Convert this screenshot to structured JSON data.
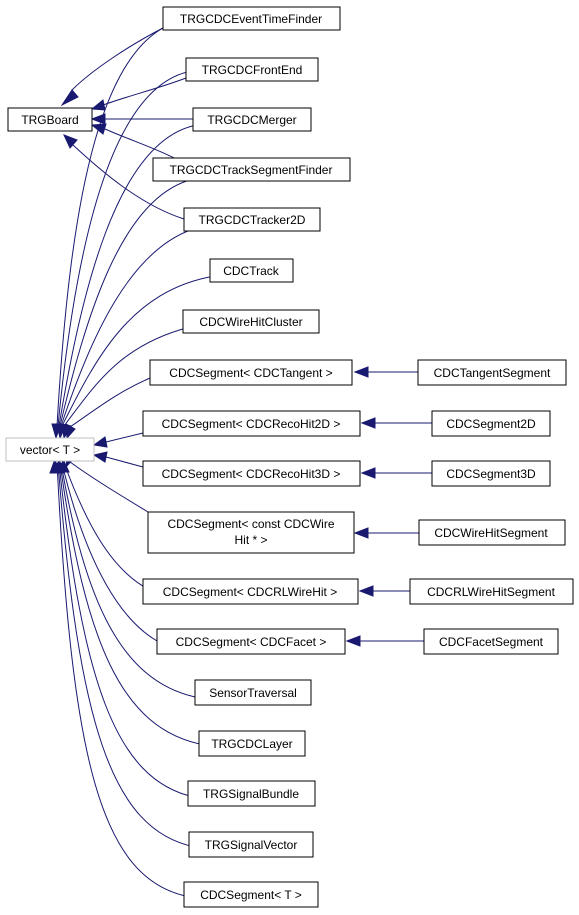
{
  "nodes": {
    "vector": {
      "label": "vector< T >"
    },
    "trgboard": {
      "label": "TRGBoard"
    },
    "eventtimefinder": {
      "label": "TRGCDCEventTimeFinder"
    },
    "frontend": {
      "label": "TRGCDCFrontEnd"
    },
    "merger": {
      "label": "TRGCDCMerger"
    },
    "tsfinder": {
      "label": "TRGCDCTrackSegmentFinder"
    },
    "tracker2d": {
      "label": "TRGCDCTracker2D"
    },
    "cdctrack": {
      "label": "CDCTrack"
    },
    "wirehitcluster": {
      "label": "CDCWireHitCluster"
    },
    "seg_tangent": {
      "label": "CDCSegment< CDCTangent >"
    },
    "tangentsegment": {
      "label": "CDCTangentSegment"
    },
    "seg_recohit2d": {
      "label": "CDCSegment< CDCRecoHit2D >"
    },
    "segment2d": {
      "label": "CDCSegment2D"
    },
    "seg_recohit3d": {
      "label": "CDCSegment< CDCRecoHit3D >"
    },
    "segment3d": {
      "label": "CDCSegment3D"
    },
    "seg_wirehit_line1": {
      "label": "CDCSegment< const CDCWire"
    },
    "seg_wirehit_line2": {
      "label": "Hit * >"
    },
    "wirehitsegment": {
      "label": "CDCWireHitSegment"
    },
    "seg_rlwirehit": {
      "label": "CDCSegment< CDCRLWireHit >"
    },
    "rlwirehitsegment": {
      "label": "CDCRLWireHitSegment"
    },
    "seg_facet": {
      "label": "CDCSegment< CDCFacet >"
    },
    "facetsegment": {
      "label": "CDCFacetSegment"
    },
    "sensortraversal": {
      "label": "SensorTraversal"
    },
    "layer": {
      "label": "TRGCDCLayer"
    },
    "signalbundle": {
      "label": "TRGSignalBundle"
    },
    "signalvector": {
      "label": "TRGSignalVector"
    },
    "seg_t": {
      "label": "CDCSegment< T >"
    }
  },
  "colors": {
    "edge": "#191970",
    "node_border": "#000000",
    "root_border": "#bfbfbf",
    "background": "#ffffff"
  }
}
